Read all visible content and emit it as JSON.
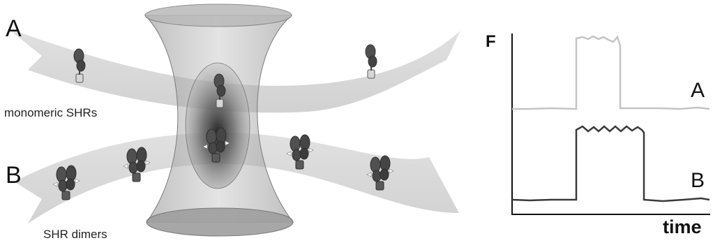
{
  "diagram": {
    "label_a": "A",
    "label_b": "B",
    "monomer_caption": "monomeric SHRs",
    "dimer_caption": "SHR dimers"
  },
  "trace_plot": {
    "y_axis_label": "F",
    "x_axis_label": "time",
    "trace_a_label": "A",
    "trace_b_label": "B",
    "trace_a_color": "#c4c4c4",
    "trace_b_color": "#3a3a3a"
  },
  "colors": {
    "stream": "#cfcfcf",
    "focal_volume": "#9a9a9a",
    "molecule": "#4a4a4a",
    "fluorophore": "#cfcfcf",
    "axis": "#111111"
  }
}
